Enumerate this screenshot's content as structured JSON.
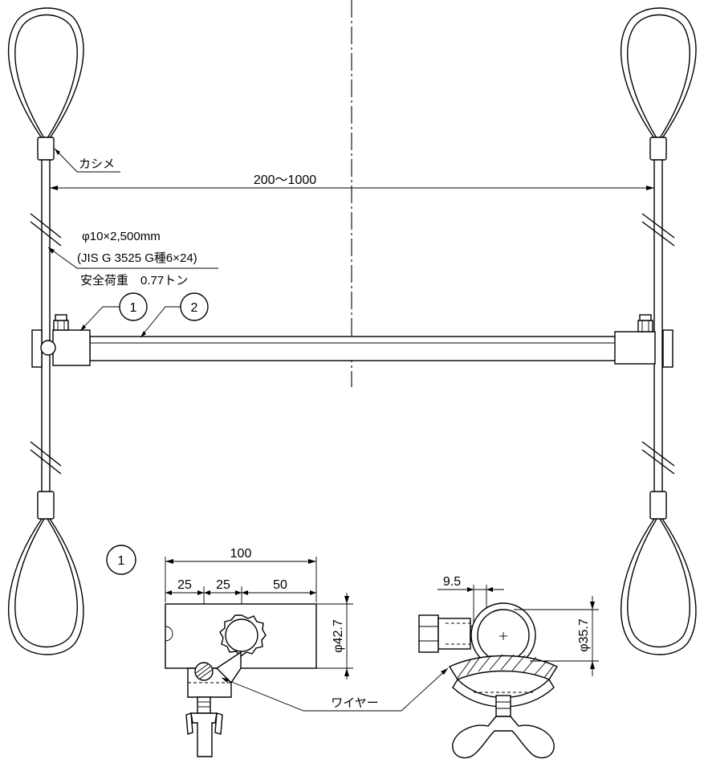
{
  "labels": {
    "crimp": "カシメ",
    "span": "200〜1000",
    "wire_spec_1": "φ10×2,500mm",
    "wire_spec_2": "(JIS G 3525 G種6×24)",
    "wire_spec_3": "安全荷重　0.77トン",
    "part_1": "1",
    "part_2": "2",
    "detail_marker": "1",
    "dim_100": "100",
    "dim_25a": "25",
    "dim_25b": "25",
    "dim_50": "50",
    "dim_dia42": "φ42.7",
    "dim_9_5": "9.5",
    "dim_dia35": "φ35.7",
    "wire": "ワイヤー"
  }
}
